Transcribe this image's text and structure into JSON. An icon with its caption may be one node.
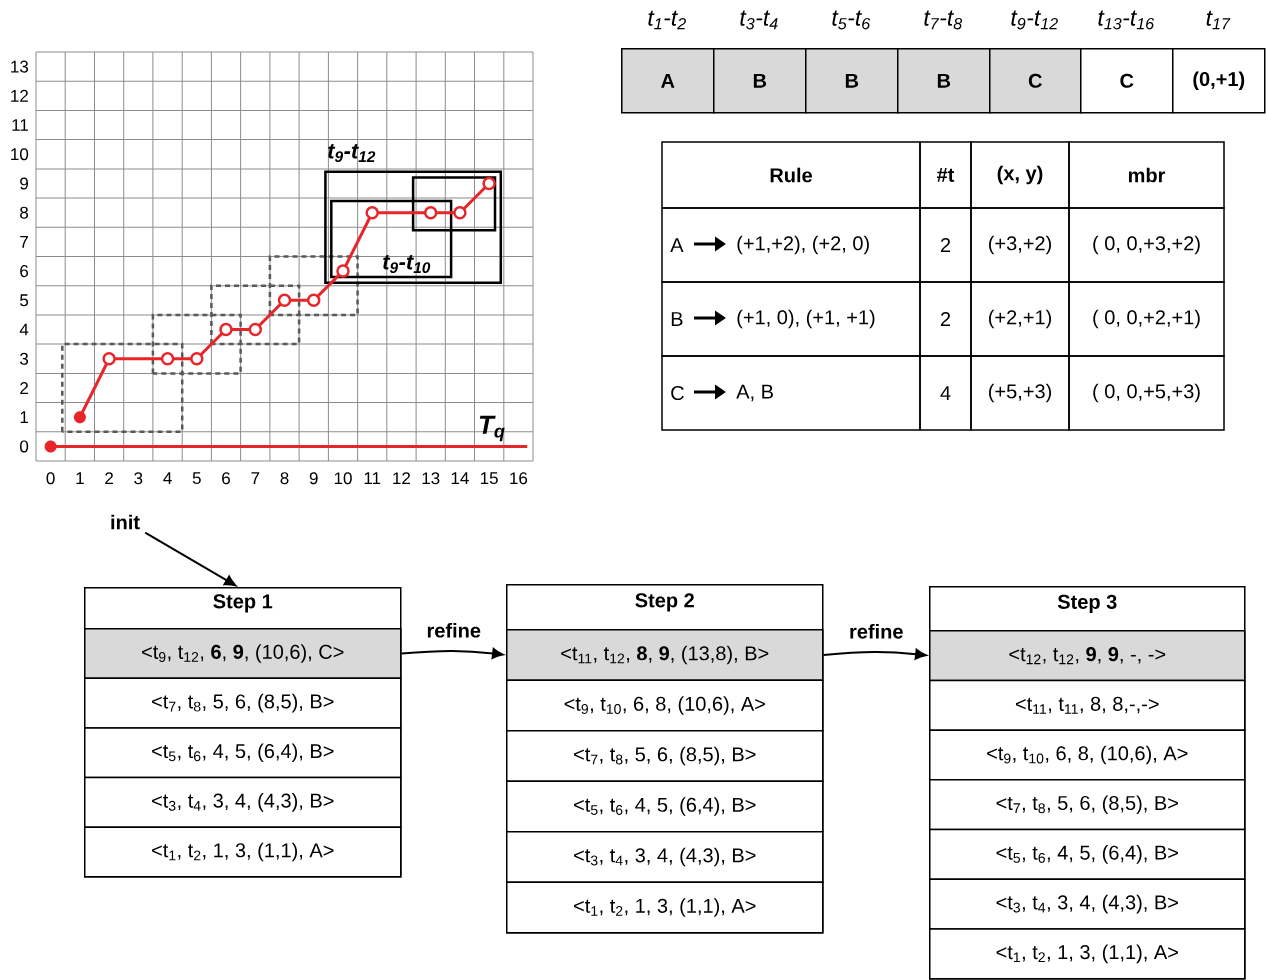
{
  "diagram": {
    "nodes": [
      {
        "text": [
          "init"
        ]
      },
      {
        "text": [
          "Step 1"
        ]
      },
      {
        "text": [
          "<t$_{9}$, t$_{12}$, **6**, **9**, (10,6), C>"
        ],
        "in": 1
      },
      {
        "text": [
          "<t$_{7}$, t$_{8}$, 5, 6, (8,5), B>"
        ],
        "in": 1
      },
      {
        "text": [
          "<t$_{5}$, t$_{6}$, 4, 5, (6,4), B>"
        ],
        "in": 1
      },
      {
        "text": [
          "<t$_{3}$, t$_{4}$, 3, 4, (4,3), B>"
        ],
        "in": 1
      },
      {
        "text": [
          "<t$_{1}$, t$_{2}$, 1, 3, (1,1), A>"
        ],
        "in": 1
      },
      {
        "text": [
          "Step 2"
        ]
      },
      {
        "text": [
          "<t$_{11}$, t$_{12}$, **8**, **9**, (13,8), B>"
        ],
        "in": 7
      },
      {
        "text": [
          "<t$_{9}$, t$_{10}$, 6, 8, (10,6), A>"
        ],
        "in": 7
      },
      {
        "text": [
          "<t$_{7}$, t$_{8}$, 5, 6, (8,5), B>"
        ],
        "in": 7
      },
      {
        "text": [
          "<t$_{5}$, t$_{6}$, 4, 5, (6,4), B>"
        ],
        "in": 7
      },
      {
        "text": [
          "<t$_{3}$, t$_{4}$, 3, 4, (4,3), B>"
        ],
        "in": 7
      },
      {
        "text": [
          "<t$_{1}$, t$_{2}$, 1, 3, (1,1), A>"
        ],
        "in": 7
      },
      {
        "text": [
          "Step 3"
        ]
      },
      {
        "text": [
          "<t$_{12}$, t$_{12}$, **9**, **9**, -, ->"
        ],
        "in": 14
      },
      {
        "text": [
          "<t$_{11}$, t$_{11}$, 8, 8,-,->"
        ],
        "in": 14
      },
      {
        "text": [
          "<t$_{9}$, t$_{10}$, 6, 8, (10,6), A>"
        ],
        "in": 14
      },
      {
        "text": [
          "<t$_{7}$, t$_{8}$, 5, 6, (8,5), B>"
        ],
        "in": 14
      },
      {
        "text": [
          "<t$_{5}$, t$_{6}$, 4, 5, (6,4), B>"
        ],
        "in": 14
      },
      {
        "text": [
          "<t$_{3}$, t$_{4}$, 3, 4, (4,3), B>"
        ],
        "in": 14
      },
      {
        "text": [
          "<t$_{1}$, t$_{2}$, 1, 3, (1,1), A>"
        ],
        "in": 14
      },
      {
        "text": [
          "A"
        ],
        "beside": [
          "t$_{1}$-t$_{2}$"
        ]
      },
      {
        "text": [
          "B"
        ],
        "beside": [
          "t$_{3}$-t$_{4}$"
        ]
      },
      {
        "text": [
          "B"
        ],
        "beside": [
          "t$_{5}$-t$_{6}$"
        ]
      },
      {
        "text": [
          "B"
        ],
        "beside": [
          "t$_{7}$-t$_{8}$"
        ]
      },
      {
        "text": [
          "C"
        ],
        "beside": [
          "t$_{9}$-t$_{12}$"
        ]
      },
      {
        "text": [
          "C"
        ],
        "beside": [
          "t$_{13}$-t$_{16}$"
        ]
      },
      {
        "text": [
          "(0,+1)"
        ],
        "beside": [
          "t$_{17}$"
        ]
      }
    ],
    "edges": [
      {
        "from": 0,
        "to": 1,
        "arrow": "to"
      },
      {
        "from": 2,
        "to": 8,
        "arrow": "to",
        "label": "refine"
      },
      {
        "from": 8,
        "to": 15,
        "arrow": "to",
        "label": "refine"
      }
    ],
    "labels": [
      "13",
      "12",
      "11",
      "10",
      "t$_{9}$-t$_{12}$",
      "9",
      "8",
      "7",
      "6",
      "t$_{9}$-t$_{10}$",
      "5",
      "4",
      "3",
      "2",
      "1",
      "T$_{q}$",
      "0",
      "0",
      "1",
      "2",
      "3",
      "4",
      "5",
      "6",
      "7",
      "8",
      "9",
      "10",
      "11",
      "12",
      "13",
      "14",
      "15",
      "16",
      "Rule",
      "#t",
      "(x, y)",
      "mbr",
      "A",
      "(+1,+2), (+2, 0)",
      "2",
      "(+3,+2)",
      "( 0, 0,+3,+2)",
      "B",
      "(+1, 0), (+1, +1)",
      "2",
      "(+2,+1)",
      "( 0, 0,+2,+1)",
      "C",
      "A, B",
      "4",
      "(+5,+3)",
      "( 0, 0,+5,+3)"
    ]
  }
}
